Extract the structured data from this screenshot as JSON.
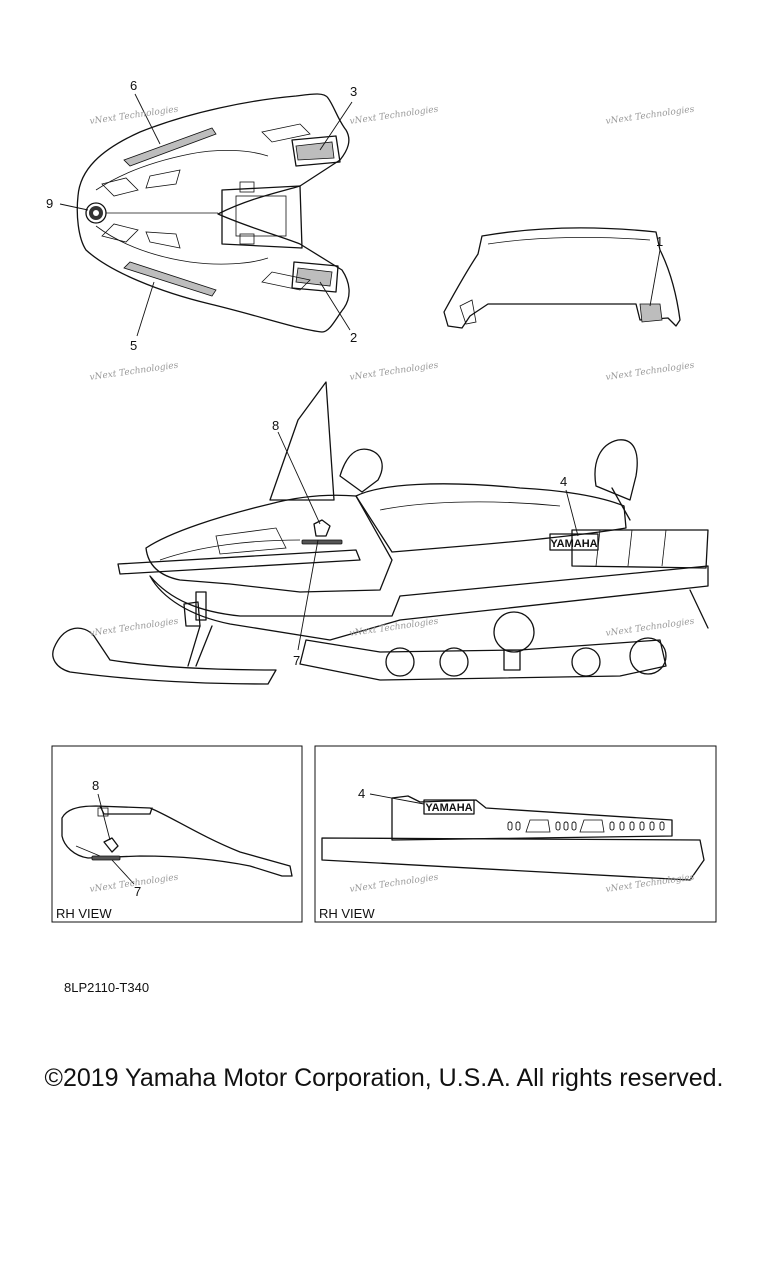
{
  "callouts": {
    "c1": "1",
    "c2": "2",
    "c3": "3",
    "c4": "4",
    "c5": "5",
    "c6": "6",
    "c7": "7",
    "c8": "8",
    "c9": "9",
    "inset_left_8": "8",
    "inset_left_7": "7",
    "inset_right_4": "4"
  },
  "watermark": {
    "text": "vNext Technologies"
  },
  "decal_text": {
    "yamaha": "YAMAHA"
  },
  "inset_views": {
    "left_label": "RH VIEW",
    "right_label": "RH VIEW"
  },
  "part_code": "8LP2110-T340",
  "copyright": "©2019 Yamaha Motor Corporation, U.S.A. All rights reserved."
}
